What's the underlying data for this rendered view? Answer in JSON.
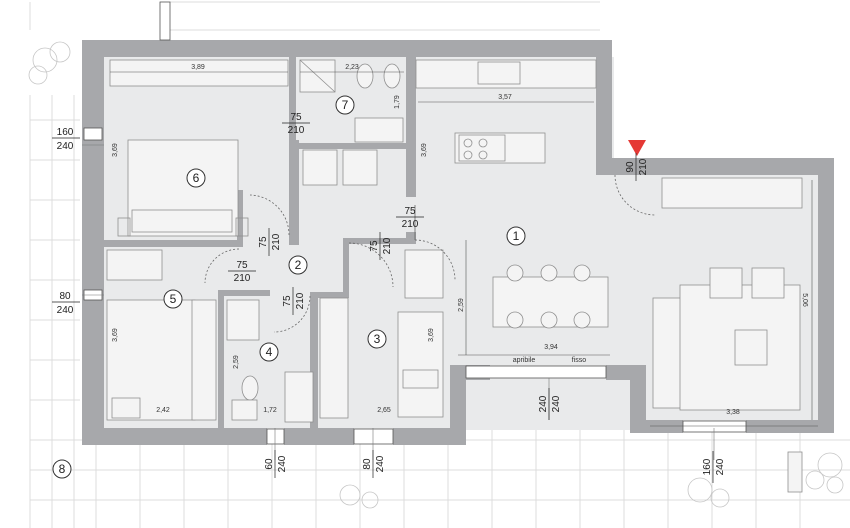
{
  "rooms": {
    "r1": "1",
    "r2": "2",
    "r3": "3",
    "r4": "4",
    "r5": "5",
    "r6": "6",
    "r7": "7",
    "r8": "8"
  },
  "dimensions": {
    "d_389": "3,89",
    "d_223": "2,23",
    "d_179": "1,79",
    "d_357": "3,57",
    "d_369_r6": "3,69",
    "d_369_kitchen": "3,69",
    "d_369_r5": "3,69",
    "d_369_r3": "3,69",
    "d_259_r4": "2,59",
    "d_259_r1": "2,59",
    "d_242": "2,42",
    "d_172": "1,72",
    "d_265": "2,65",
    "d_394": "3,94",
    "d_338": "3,38",
    "d_506": "5,06"
  },
  "window_labels": {
    "apribile": "apribile",
    "fisso": "fisso"
  },
  "doors": {
    "d7_w": "75",
    "d7_h": "210",
    "d1_w": "75",
    "d1_h": "210",
    "d6_w": "75",
    "d6_h": "210",
    "d3_w": "75",
    "d3_h": "210",
    "d5_w": "75",
    "d5_h": "210",
    "d4_w": "75",
    "d4_h": "210",
    "entry_w": "90",
    "entry_h": "210",
    "win6_w": "160",
    "win6_h": "240",
    "win5_w": "80",
    "win5_h": "240",
    "win4_w": "60",
    "win4_h": "240",
    "win3_w": "80",
    "win3_h": "240",
    "win1a_w": "240",
    "win1a_h": "240",
    "win1b_w": "160",
    "win1b_h": "240"
  },
  "colors": {
    "wall": "#a7a8ab",
    "floor": "#e9eaeb",
    "entry_marker": "#e53935"
  }
}
